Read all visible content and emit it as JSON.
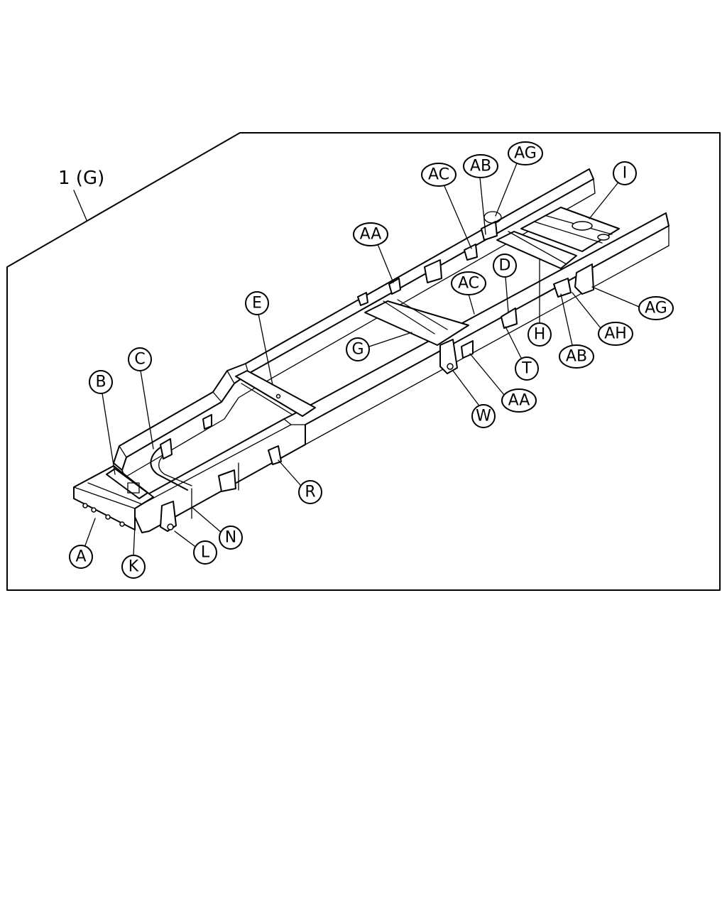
{
  "assembly_label": "1 (G)",
  "callouts": {
    "AG_top": "AG",
    "AB_top": "AB",
    "AC_top": "AC",
    "I": "I",
    "AA_top": "AA",
    "D": "D",
    "AC_mid": "AC",
    "AG_right": "AG",
    "E": "E",
    "H": "H",
    "AH": "AH",
    "G": "G",
    "AB_right": "AB",
    "C": "C",
    "T": "T",
    "B": "B",
    "AA_bottom": "AA",
    "W": "W",
    "R": "R",
    "N": "N",
    "L": "L",
    "A": "A",
    "K": "K"
  }
}
